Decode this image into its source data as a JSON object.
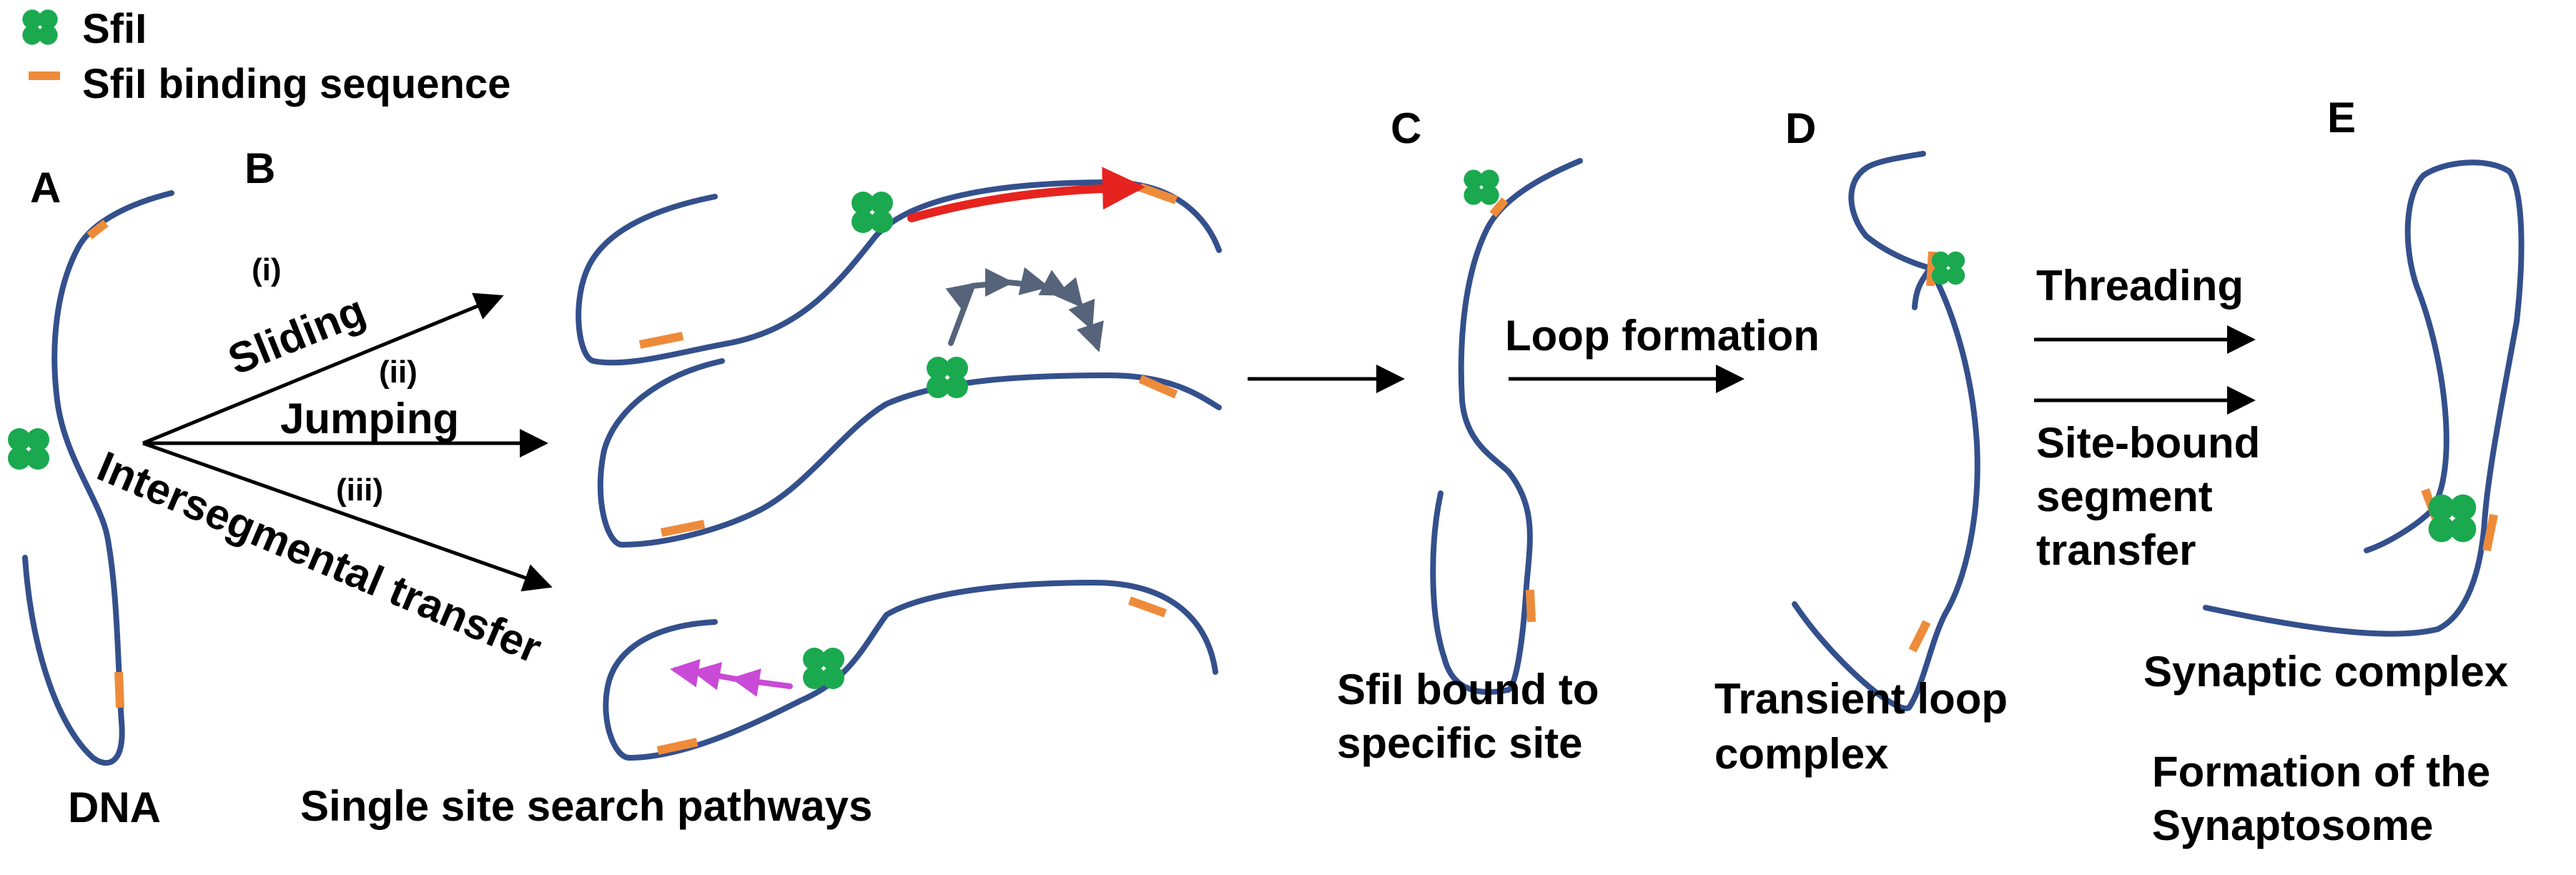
{
  "colors": {
    "dna": "#34508c",
    "site": "#ee8b3a",
    "protein": "#1aa94f",
    "slide_arrow": "#e6231e",
    "jump_arrow": "#55647a",
    "transfer_arrow": "#c94ad6"
  },
  "legend": {
    "protein_label": "SfiI",
    "site_label": "SfiI binding sequence"
  },
  "panels": {
    "a": {
      "letter": "A",
      "caption": "DNA"
    },
    "b": {
      "letter": "B",
      "caption": "Single site search pathways",
      "paths": [
        {
          "numeral": "(i)",
          "label": "Sliding"
        },
        {
          "numeral": "(ii)",
          "label": "Jumping"
        },
        {
          "numeral": "(iii)",
          "label": "Intersegmental transfer"
        }
      ]
    },
    "c": {
      "letter": "C",
      "caption_lines": [
        "SfiI bound to",
        "specific site"
      ]
    },
    "d": {
      "letter": "D",
      "step_label": "Loop formation",
      "caption_lines": [
        "Transient loop",
        "complex"
      ]
    },
    "e": {
      "letter": "E",
      "step_label_top": "Threading",
      "step_label_bottom_lines": [
        "Site-bound",
        "segment",
        "transfer"
      ],
      "caption": "Synaptic complex",
      "footer_lines": [
        "Formation of the",
        "Synaptosome"
      ]
    }
  }
}
